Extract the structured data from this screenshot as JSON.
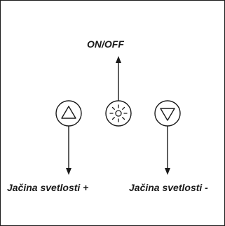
{
  "diagram": {
    "labels": {
      "on_off": "ON/OFF",
      "brightness_up": "Jačina svetlosti +",
      "brightness_down": "Jačina svetlosti -"
    },
    "buttons": [
      {
        "icon": "triangle-up-icon"
      },
      {
        "icon": "light-sun-icon"
      },
      {
        "icon": "triangle-down-icon"
      }
    ],
    "colors": {
      "line": "#1a1a1a",
      "background": "#ffffff"
    }
  }
}
